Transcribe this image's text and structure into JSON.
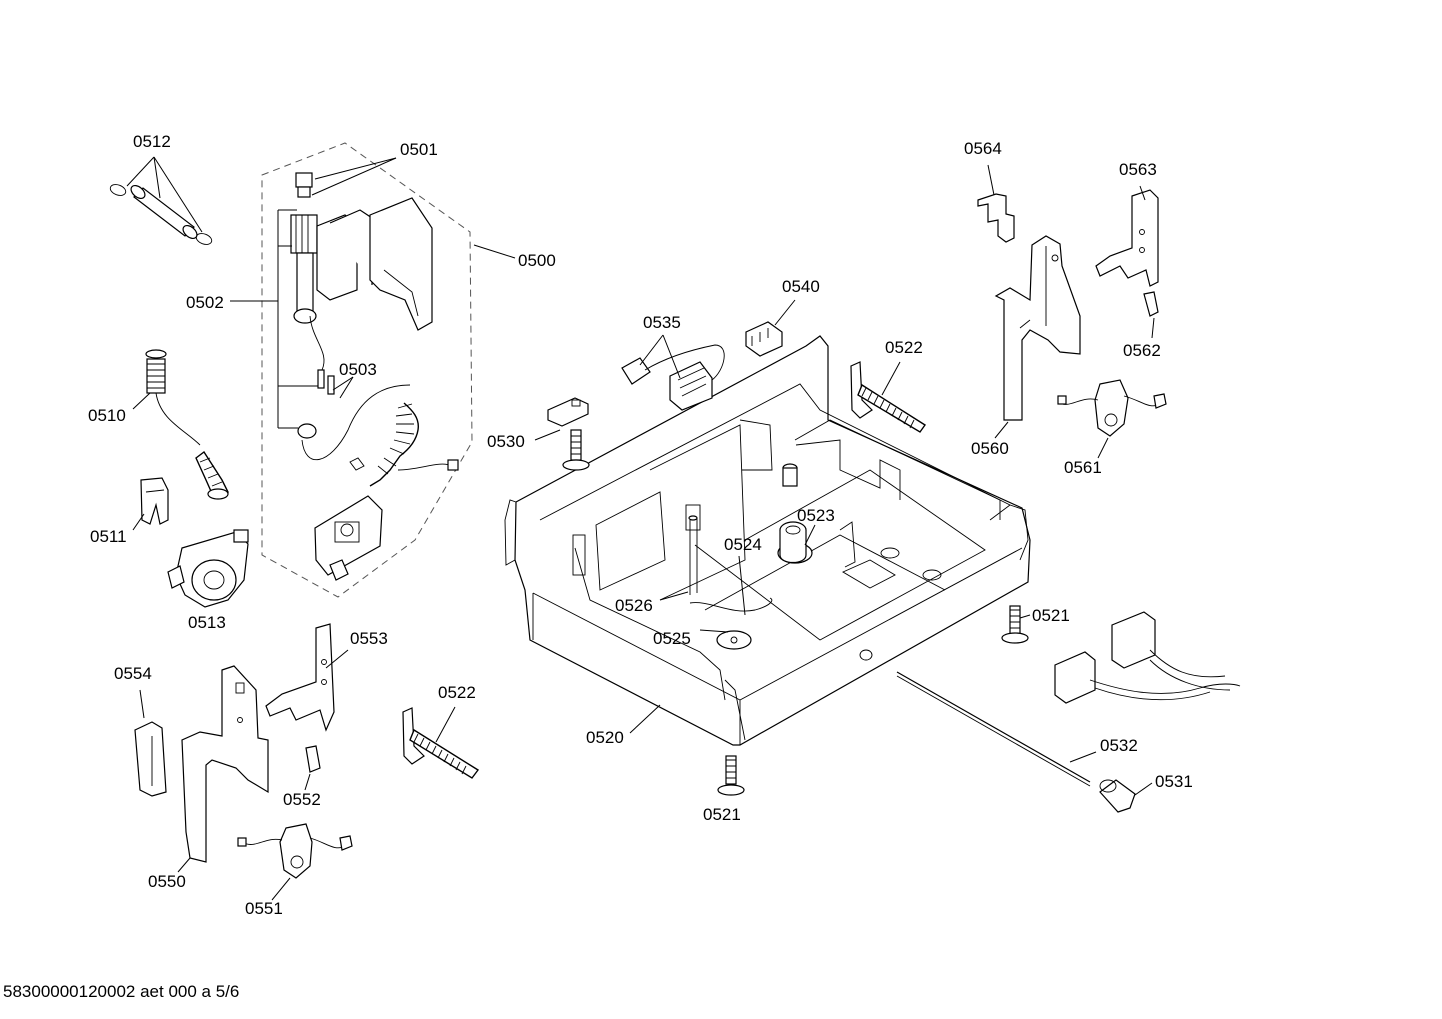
{
  "footer": "58300000120002 aet 000 a 5/6",
  "labels": {
    "p0500": "0500",
    "p0501": "0501",
    "p0502": "0502",
    "p0503": "0503",
    "p0510": "0510",
    "p0511": "0511",
    "p0512": "0512",
    "p0513": "0513",
    "p0520": "0520",
    "p0521a": "0521",
    "p0521b": "0521",
    "p0522a": "0522",
    "p0522b": "0522",
    "p0523": "0523",
    "p0524": "0524",
    "p0525": "0525",
    "p0526": "0526",
    "p0530": "0530",
    "p0531": "0531",
    "p0532": "0532",
    "p0535": "0535",
    "p0540": "0540",
    "p0550": "0550",
    "p0551": "0551",
    "p0552": "0552",
    "p0553": "0553",
    "p0554": "0554",
    "p0560": "0560",
    "p0561": "0561",
    "p0562": "0562",
    "p0563": "0563",
    "p0564": "0564"
  }
}
